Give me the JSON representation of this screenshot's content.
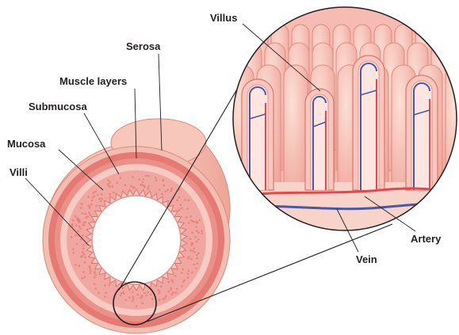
{
  "labels": {
    "serosa": "Serosa",
    "muscle_layers": "Muscle layers",
    "submucosa": "Submucosa",
    "mucosa": "Mucosa",
    "villi": "Villi",
    "villus": "Villus",
    "artery": "Artery",
    "vein": "Vein"
  },
  "colors": {
    "serosa": "#f2b9ae",
    "muscle": "#e77d78",
    "submucosa": "#f6c6bd",
    "mucosa": "#f3a9a6",
    "lumen": "#ffffff",
    "artery": "#e8464b",
    "vein": "#4b56a6",
    "leader_line": "#231f20"
  }
}
